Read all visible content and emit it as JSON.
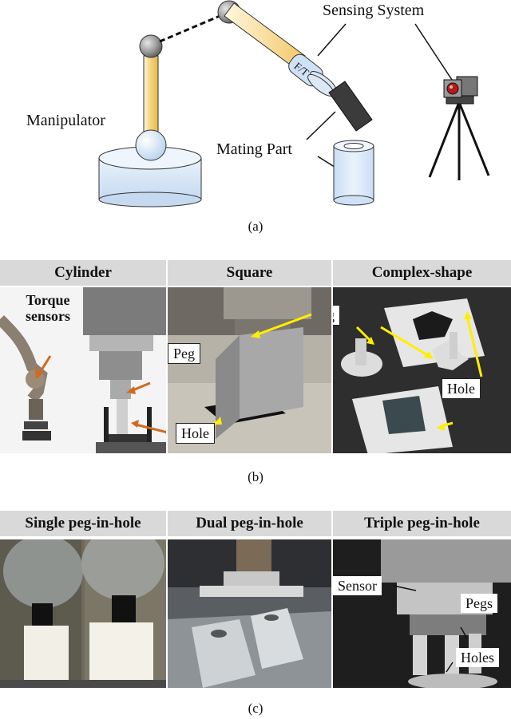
{
  "panel_a": {
    "labels": {
      "manipulator": "Manipulator",
      "sensing_system": "Sensing System",
      "mating_part": "Mating Part",
      "ft": "F/T"
    },
    "caption": "(a)"
  },
  "panel_b": {
    "columns": [
      {
        "title": "Cylinder"
      },
      {
        "title": "Square"
      },
      {
        "title": "Complex-shape"
      }
    ],
    "tags": {
      "torque_sensors": "Torque\nsensors",
      "square_peg": "Peg",
      "square_hole": "Hole",
      "complex_peg": "Peg",
      "complex_hole": "Hole"
    },
    "caption": "(b)"
  },
  "panel_c": {
    "columns": [
      {
        "title": "Single peg-in-hole"
      },
      {
        "title": "Dual peg-in-hole"
      },
      {
        "title": "Triple peg-in-hole"
      }
    ],
    "tags": {
      "sensor": "Sensor",
      "pegs": "Pegs",
      "holes": "Holes"
    },
    "caption": "(c)"
  },
  "colors": {
    "arm_yellow": "#f4d27a",
    "sphere_gray": "#8c8c8c",
    "base_blue": "#d6e6f5",
    "arrow_yellow": "#ffee00",
    "arrow_orange": "#d2691e",
    "header_gray": "#d9d9d9"
  }
}
